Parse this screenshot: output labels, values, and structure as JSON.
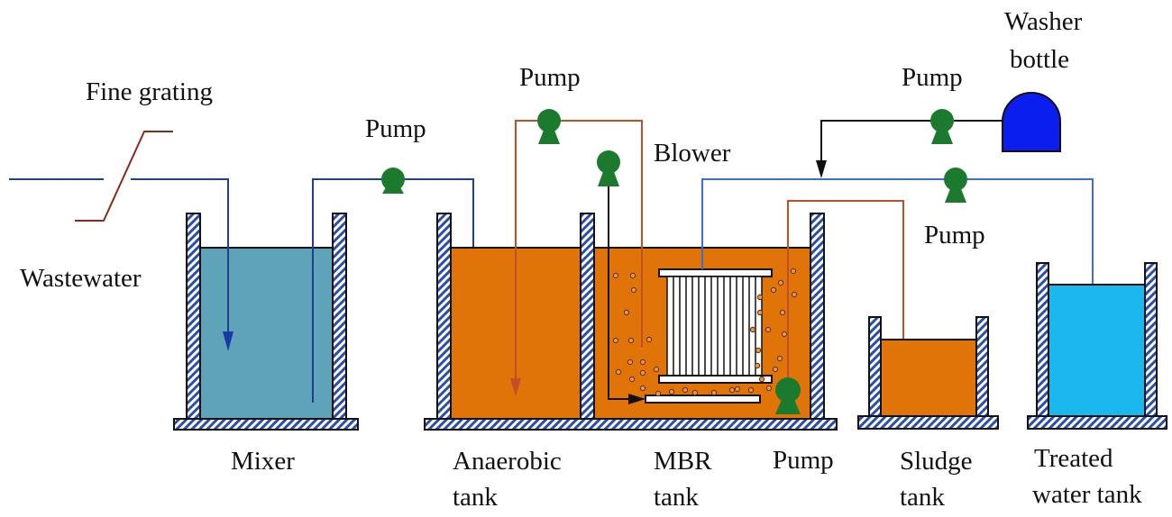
{
  "title": "Wastewater treatment process with anaerobic tank and MBR",
  "labels": {
    "fine_grating": "Fine grating",
    "wastewater": "Wastewater",
    "pump_mixer_out": "Pump",
    "pump_recycle": "Pump",
    "blower": "Blower",
    "pump_washer": "Pump",
    "washer_bottle_line1": "Washer",
    "washer_bottle_line2": "bottle",
    "pump_permeate": "Pump",
    "pump_sludge": "Pump",
    "mixer": "Mixer",
    "anaerobic_tank_line1": "Anaerobic",
    "anaerobic_tank_line2": "tank",
    "mbr_tank_line1": "MBR",
    "mbr_tank_line2": "tank",
    "sludge_tank_line1": "Sludge",
    "sludge_tank_line2": "tank",
    "treated_tank_line1": "Treated",
    "treated_tank_line2": "water tank"
  },
  "colors": {
    "wastewater_line": "#1f3f8f",
    "sludge_line": "#c0502a",
    "permeate_line": "#3a6fd0",
    "pump": "#1b7a2e",
    "washer_bottle": "#0a1ef0",
    "mixer_fill": "#5ea3b8",
    "sludge_fill": "#e07408",
    "treated_fill": "#1ab8ef",
    "wall_hatch": "#2b4fa8"
  }
}
